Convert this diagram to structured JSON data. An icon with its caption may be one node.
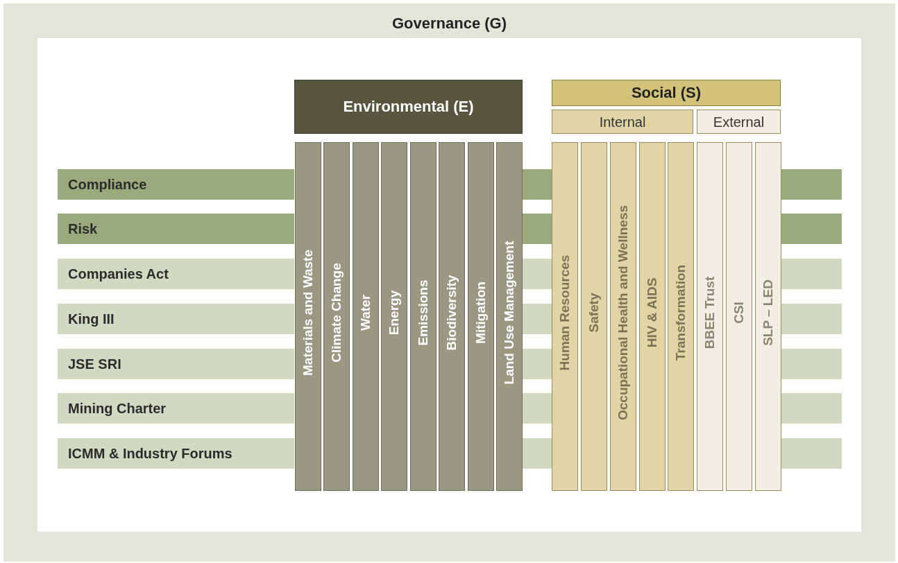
{
  "diagram": {
    "nodes": [
      {
        "text": [
          "Governance (G)"
        ]
      },
      {
        "text": [
          "Environmental (E)"
        ],
        "in": 0
      },
      {
        "text": [
          "Social (S)"
        ],
        "in": 0
      },
      {
        "text": [
          "Internal"
        ],
        "in": 0
      },
      {
        "text": [
          "External"
        ],
        "in": 0
      },
      {
        "text": [
          "Materials and Waste"
        ],
        "in": 0
      },
      {
        "text": [
          "Climate Change"
        ],
        "in": 0
      },
      {
        "text": [
          "Water"
        ],
        "in": 0
      },
      {
        "text": [
          "Energy"
        ],
        "in": 0
      },
      {
        "text": [
          "Emissions"
        ],
        "in": 0
      },
      {
        "text": [
          "Biodiversity"
        ],
        "in": 0
      },
      {
        "text": [
          "Mitigation"
        ],
        "in": 0
      },
      {
        "text": [
          "Land Use Management"
        ],
        "in": 0
      },
      {
        "text": [
          "Human Resources"
        ],
        "in": 0
      },
      {
        "text": [
          "Safety"
        ],
        "in": 0
      },
      {
        "text": [
          "Occupational Health and Wellness"
        ],
        "in": 0
      },
      {
        "text": [
          "HIV & AIDS"
        ],
        "in": 0
      },
      {
        "text": [
          "Transformation"
        ],
        "in": 0
      },
      {
        "text": [
          "BBEE Trust"
        ],
        "in": 0
      },
      {
        "text": [
          "CSI"
        ],
        "in": 0
      },
      {
        "text": [
          "SLP – LED"
        ],
        "in": 0
      },
      {
        "text": [
          "Compliance"
        ],
        "in": 0
      },
      {
        "text": [
          "Risk"
        ],
        "in": 0
      },
      {
        "text": [
          "Companies Act"
        ],
        "in": 0
      },
      {
        "text": [
          "King III"
        ],
        "in": 0
      },
      {
        "text": [
          "JSE SRI"
        ],
        "in": 0
      },
      {
        "text": [
          "Mining Charter"
        ],
        "in": 0
      },
      {
        "text": [
          "ICMM & Industry Forums"
        ],
        "in": 0
      }
    ],
    "edges": []
  }
}
